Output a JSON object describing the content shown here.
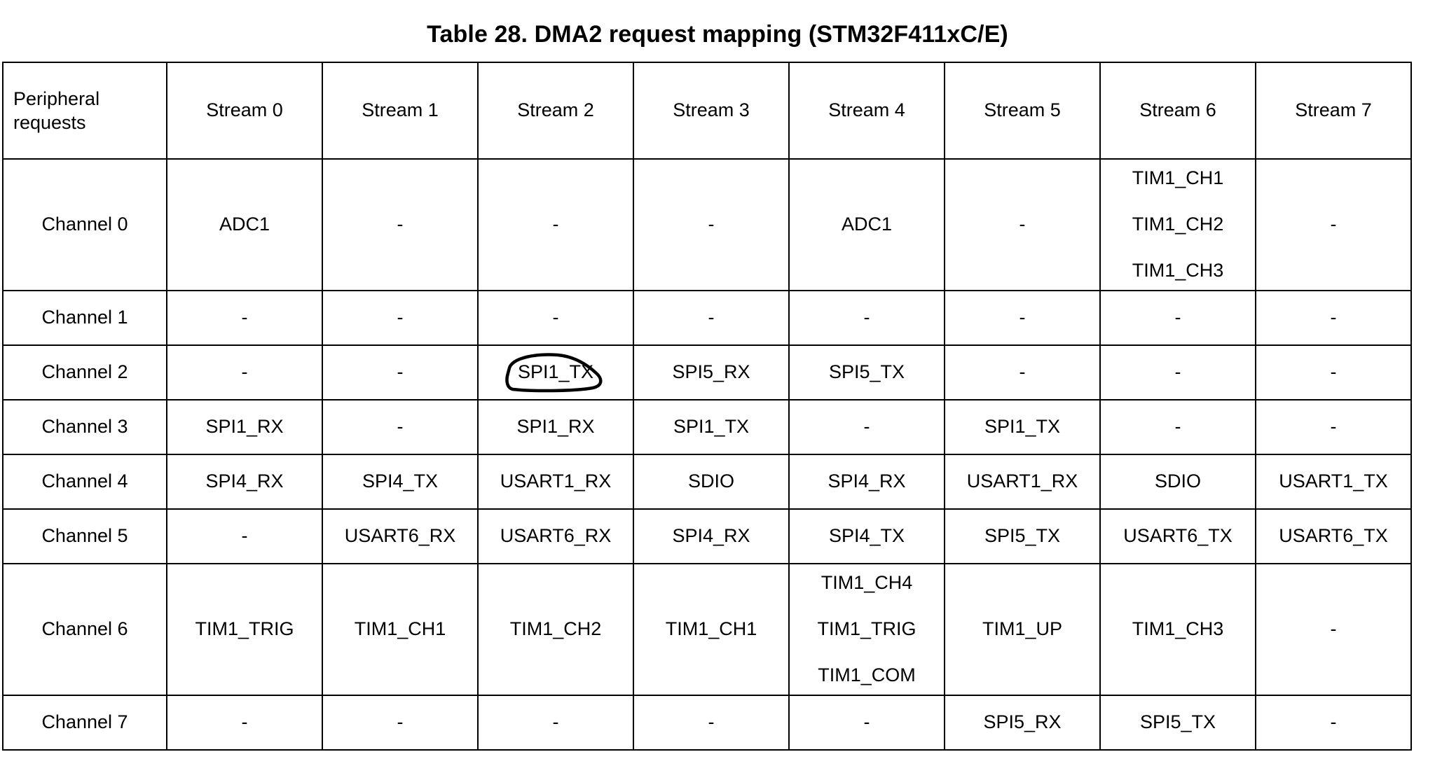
{
  "document": {
    "title": "Table 28. DMA2 request mapping (STM32F411xC/E)"
  },
  "table": {
    "columns": [
      "Peripheral requests",
      "Stream 0",
      "Stream 1",
      "Stream 2",
      "Stream 3",
      "Stream 4",
      "Stream 5",
      "Stream 6",
      "Stream 7"
    ],
    "column_header_first_line1": "Peripheral",
    "column_header_first_line2": "requests",
    "rows": [
      {
        "label": "Channel 0",
        "cells": [
          {
            "lines": [
              "ADC1"
            ]
          },
          {
            "lines": [
              "-"
            ]
          },
          {
            "lines": [
              "-"
            ]
          },
          {
            "lines": [
              "-"
            ]
          },
          {
            "lines": [
              "ADC1"
            ]
          },
          {
            "lines": [
              "-"
            ]
          },
          {
            "lines": [
              "TIM1_CH1",
              "TIM1_CH2",
              "TIM1_CH3"
            ]
          },
          {
            "lines": [
              "-"
            ]
          }
        ]
      },
      {
        "label": "Channel 1",
        "cells": [
          {
            "lines": [
              "-"
            ]
          },
          {
            "lines": [
              "-"
            ]
          },
          {
            "lines": [
              "-"
            ]
          },
          {
            "lines": [
              "-"
            ]
          },
          {
            "lines": [
              "-"
            ]
          },
          {
            "lines": [
              "-"
            ]
          },
          {
            "lines": [
              "-"
            ]
          },
          {
            "lines": [
              "-"
            ]
          }
        ]
      },
      {
        "label": "Channel 2",
        "cells": [
          {
            "lines": [
              "-"
            ]
          },
          {
            "lines": [
              "-"
            ]
          },
          {
            "lines": [
              "SPI1_TX"
            ],
            "annotated": true
          },
          {
            "lines": [
              "SPI5_RX"
            ]
          },
          {
            "lines": [
              "SPI5_TX"
            ]
          },
          {
            "lines": [
              "-"
            ]
          },
          {
            "lines": [
              "-"
            ]
          },
          {
            "lines": [
              "-"
            ]
          }
        ]
      },
      {
        "label": "Channel 3",
        "cells": [
          {
            "lines": [
              "SPI1_RX"
            ]
          },
          {
            "lines": [
              "-"
            ]
          },
          {
            "lines": [
              "SPI1_RX"
            ]
          },
          {
            "lines": [
              "SPI1_TX"
            ]
          },
          {
            "lines": [
              "-"
            ]
          },
          {
            "lines": [
              "SPI1_TX"
            ]
          },
          {
            "lines": [
              "-"
            ]
          },
          {
            "lines": [
              "-"
            ]
          }
        ]
      },
      {
        "label": "Channel 4",
        "cells": [
          {
            "lines": [
              "SPI4_RX"
            ]
          },
          {
            "lines": [
              "SPI4_TX"
            ]
          },
          {
            "lines": [
              "USART1_RX"
            ]
          },
          {
            "lines": [
              "SDIO"
            ]
          },
          {
            "lines": [
              "SPI4_RX"
            ]
          },
          {
            "lines": [
              "USART1_RX"
            ]
          },
          {
            "lines": [
              "SDIO"
            ]
          },
          {
            "lines": [
              "USART1_TX"
            ]
          }
        ]
      },
      {
        "label": "Channel 5",
        "cells": [
          {
            "lines": [
              "-"
            ]
          },
          {
            "lines": [
              "USART6_RX"
            ]
          },
          {
            "lines": [
              "USART6_RX"
            ]
          },
          {
            "lines": [
              "SPI4_RX"
            ]
          },
          {
            "lines": [
              "SPI4_TX"
            ]
          },
          {
            "lines": [
              "SPI5_TX"
            ]
          },
          {
            "lines": [
              "USART6_TX"
            ]
          },
          {
            "lines": [
              "USART6_TX"
            ]
          }
        ]
      },
      {
        "label": "Channel 6",
        "cells": [
          {
            "lines": [
              "TIM1_TRIG"
            ]
          },
          {
            "lines": [
              "TIM1_CH1"
            ]
          },
          {
            "lines": [
              "TIM1_CH2"
            ]
          },
          {
            "lines": [
              "TIM1_CH1"
            ]
          },
          {
            "lines": [
              "TIM1_CH4",
              "TIM1_TRIG",
              "TIM1_COM"
            ]
          },
          {
            "lines": [
              "TIM1_UP"
            ]
          },
          {
            "lines": [
              "TIM1_CH3"
            ]
          },
          {
            "lines": [
              "-"
            ]
          }
        ]
      },
      {
        "label": "Channel 7",
        "cells": [
          {
            "lines": [
              "-"
            ]
          },
          {
            "lines": [
              "-"
            ]
          },
          {
            "lines": [
              "-"
            ]
          },
          {
            "lines": [
              "-"
            ]
          },
          {
            "lines": [
              "-"
            ]
          },
          {
            "lines": [
              "SPI5_RX"
            ]
          },
          {
            "lines": [
              "SPI5_TX"
            ]
          },
          {
            "lines": [
              "-"
            ]
          }
        ]
      }
    ]
  },
  "annotation": {
    "kind": "handwritten-ellipse",
    "target_text": "SPI1_TX",
    "target_row": "Channel 2",
    "target_column": "Stream 2",
    "color": "#000000"
  }
}
